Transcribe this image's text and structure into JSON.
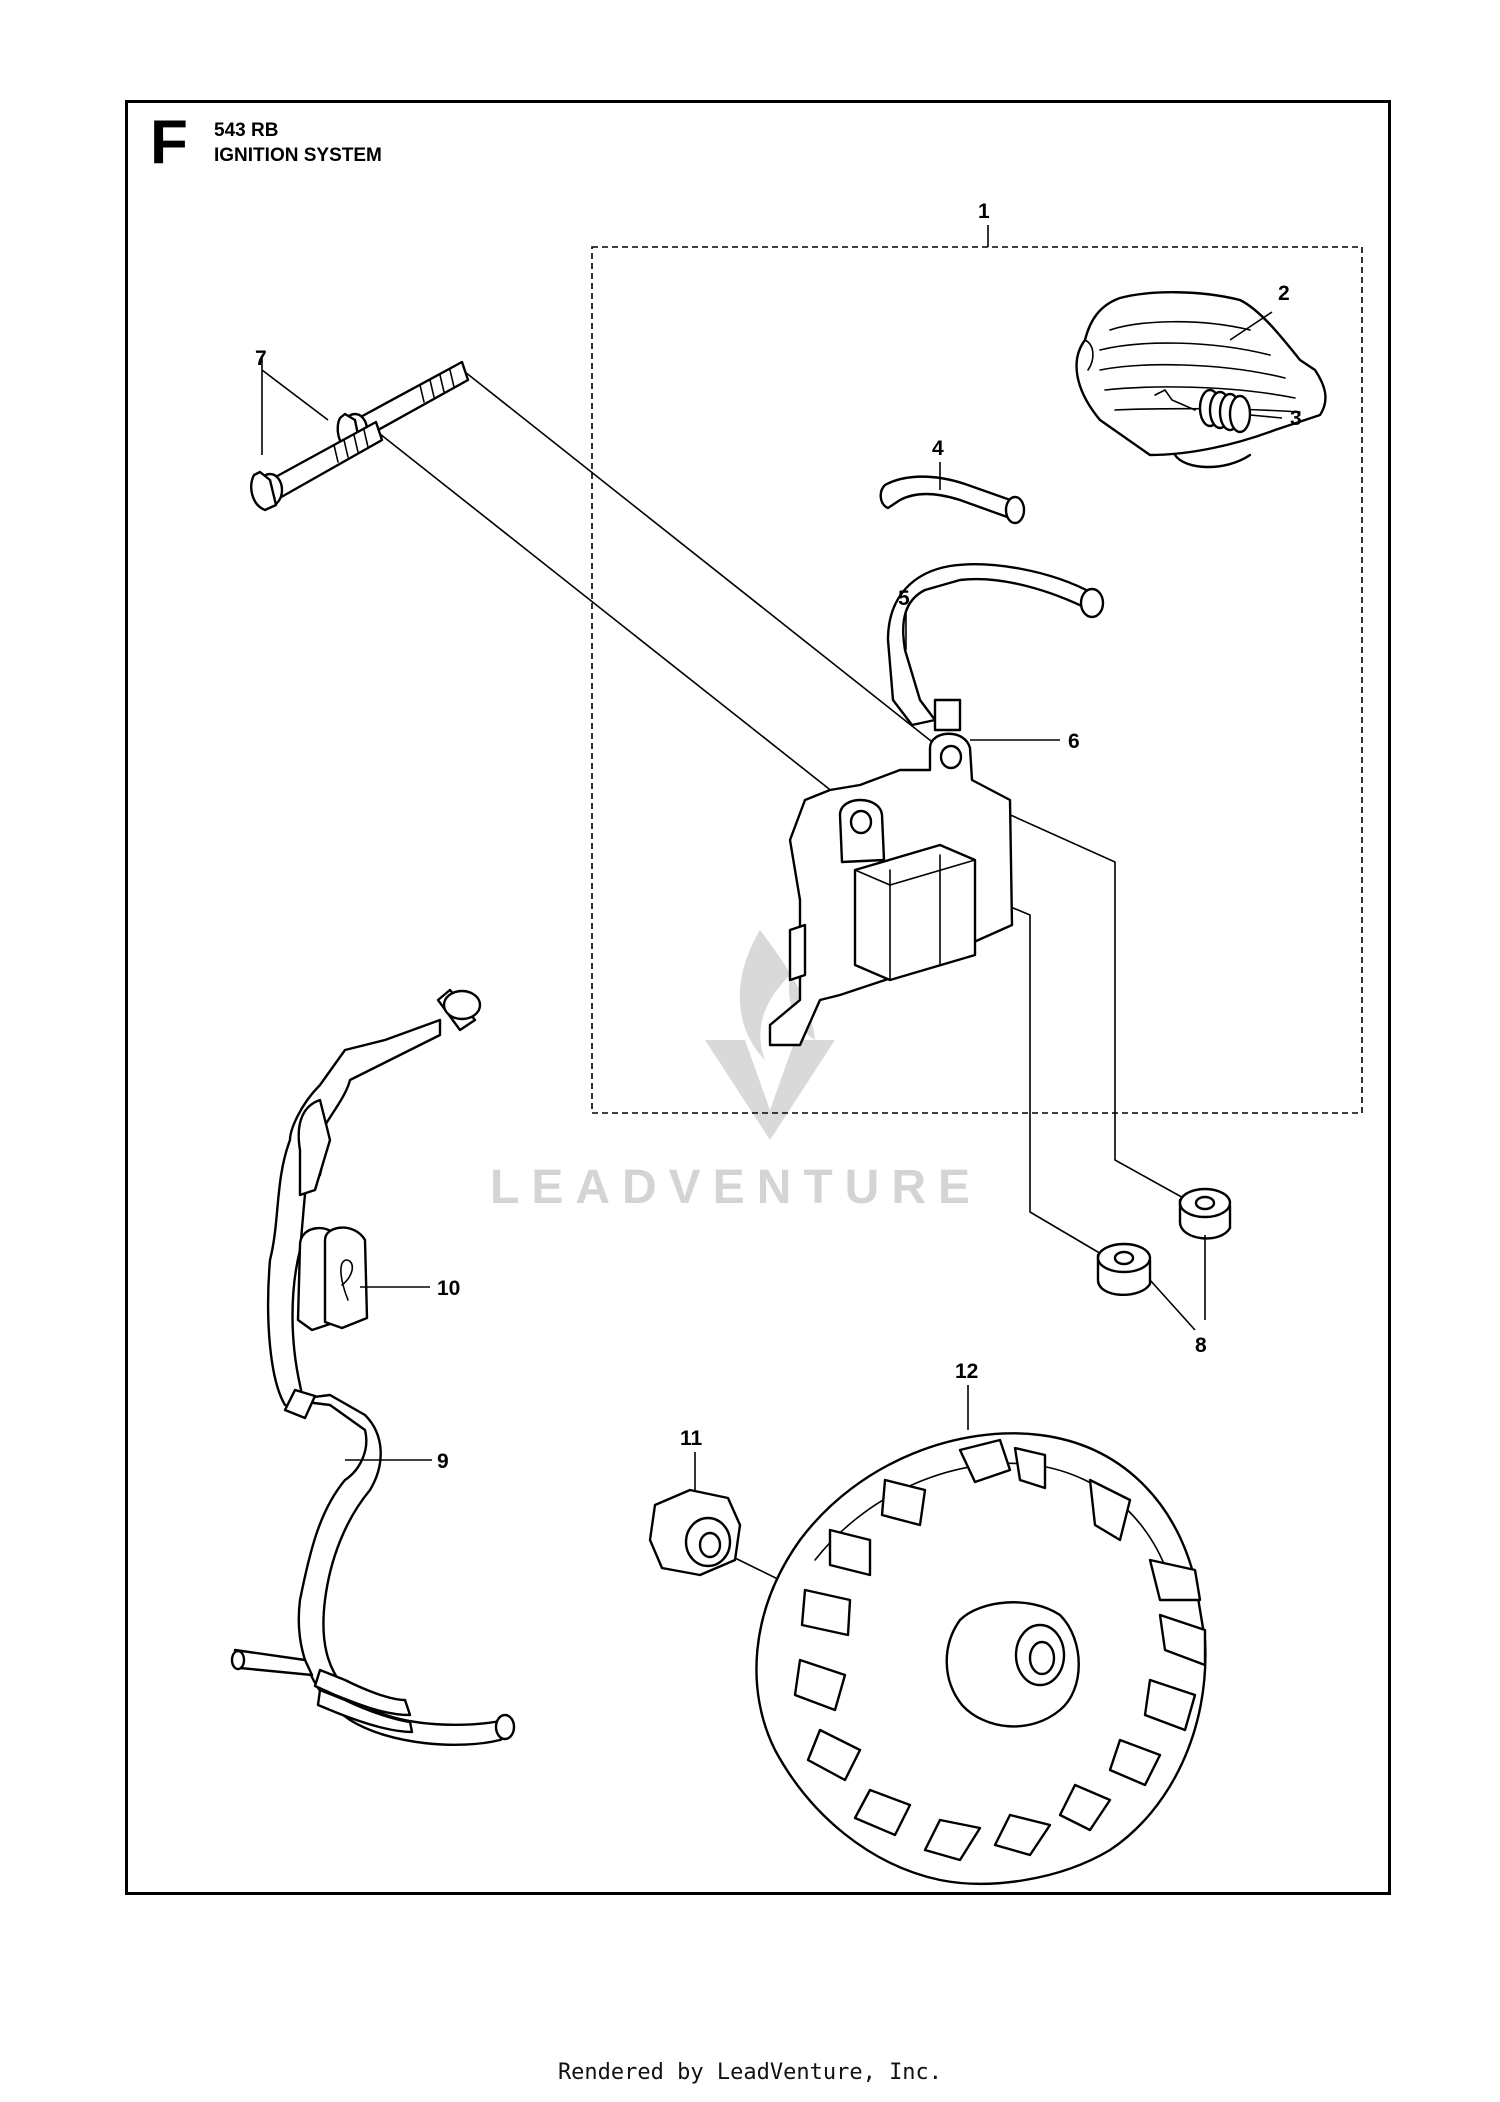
{
  "header": {
    "section_letter": "F",
    "model": "543 RB",
    "system_title": "IGNITION SYSTEM"
  },
  "callouts": {
    "c1": "1",
    "c2": "2",
    "c3": "3",
    "c4": "4",
    "c5": "5",
    "c6": "6",
    "c7": "7",
    "c8": "8",
    "c9": "9",
    "c10": "10",
    "c11": "11",
    "c12": "12"
  },
  "watermark": {
    "text": "LEADVENTURE"
  },
  "footer": {
    "text": "Rendered by LeadVenture, Inc."
  }
}
